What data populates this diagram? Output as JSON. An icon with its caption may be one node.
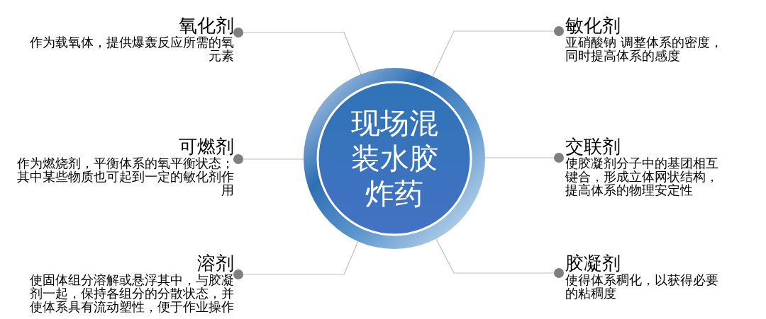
{
  "diagram": {
    "nodes": [
      {
        "text": [
          "现场混装水胶炸药"
        ]
      },
      {
        "text": [
          "氧化剂",
          "作为载氧体，提供爆轰反应所需的氧元素"
        ]
      },
      {
        "text": [
          "敏化剂",
          "亚硝酸钠 调整体系的密度，同时提高体系的感度"
        ]
      },
      {
        "text": [
          "可燃剂",
          "作为燃烧剂，平衡体系的氧平衡状态；其中某些物质也可起到一定的敏化剂作用"
        ]
      },
      {
        "text": [
          "交联剂",
          "使胶凝剂分子中的基团相互键合，形成立体网状结构，提高体系的物理安定性"
        ]
      },
      {
        "text": [
          "溶剂",
          "使固体组分溶解或悬浮其中，与胶凝剂一起，保持各组分的分散状态，并使体系具有流动塑性，便于作业操作"
        ]
      },
      {
        "text": [
          "胶凝剂",
          "使得体系稠化，以获得必要的粘稠度"
        ]
      }
    ],
    "edges": [
      {
        "from": 0,
        "to": 1,
        "arrow": "other"
      },
      {
        "from": 0,
        "to": 2,
        "arrow": "other"
      },
      {
        "from": 0,
        "to": 3,
        "arrow": "other"
      },
      {
        "from": 0,
        "to": 4,
        "arrow": "other"
      },
      {
        "from": 0,
        "to": 5,
        "arrow": "other"
      },
      {
        "from": 0,
        "to": 6,
        "arrow": "other"
      }
    ]
  }
}
